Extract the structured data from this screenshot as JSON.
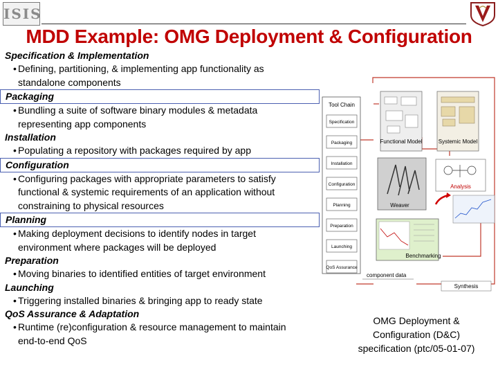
{
  "header": {
    "left_logo_text": "ISIS",
    "title": "MDD Example: OMG Deployment & Configuration"
  },
  "sections": [
    {
      "heading": "Specification & Implementation",
      "boxed": false,
      "lines": [
        "Defining, partitioning, & implementing app functionality as",
        "standalone components"
      ]
    },
    {
      "heading": "Packaging",
      "boxed": true,
      "lines": [
        "Bundling a suite of software binary modules & metadata",
        "representing app components"
      ]
    },
    {
      "heading": "Installation",
      "boxed": false,
      "lines": [
        "Populating a repository with packages required by app"
      ]
    },
    {
      "heading": "Configuration",
      "boxed": true,
      "lines": [
        "Configuring packages with appropriate parameters to satisfy",
        "functional & systemic requirements of an application without",
        "constraining to physical resources"
      ]
    },
    {
      "heading": "Planning",
      "boxed": true,
      "lines": [
        "Making deployment decisions to identify nodes in target",
        "environment where packages will be deployed"
      ]
    },
    {
      "heading": "Preparation",
      "boxed": false,
      "lines": [
        "Moving binaries to identified entities of target environment"
      ]
    },
    {
      "heading": "Launching",
      "boxed": false,
      "lines": [
        "Triggering installed binaries & bringing app to ready state"
      ]
    },
    {
      "heading": "QoS Assurance & Adaptation",
      "boxed": false,
      "lines": [
        "Runtime (re)configuration & resource management to maintain",
        "end-to-end QoS"
      ]
    }
  ],
  "bullet_glyph": "•",
  "diagram": {
    "tool_chain_label": "Tool Chain",
    "steps": [
      "Specification",
      "Packaging",
      "Installation",
      "Configuration",
      "Planning",
      "Preparation",
      "Launching",
      "QoS Assurance"
    ],
    "functional_model": "Functional Model",
    "systemic_model": "Systemic Model",
    "analysis": "Analysis",
    "weaver": "Weaver",
    "benchmarking": "Benchmarking",
    "synthesis": "Synthesis",
    "component_data": "component data"
  },
  "caption": [
    "OMG Deployment &",
    "Configuration (D&C)",
    "specification (ptc/05-01-07)"
  ],
  "colors": {
    "title": "#c00000",
    "box_border": "#4a5fb0",
    "diagram_line": "#c0392b"
  }
}
